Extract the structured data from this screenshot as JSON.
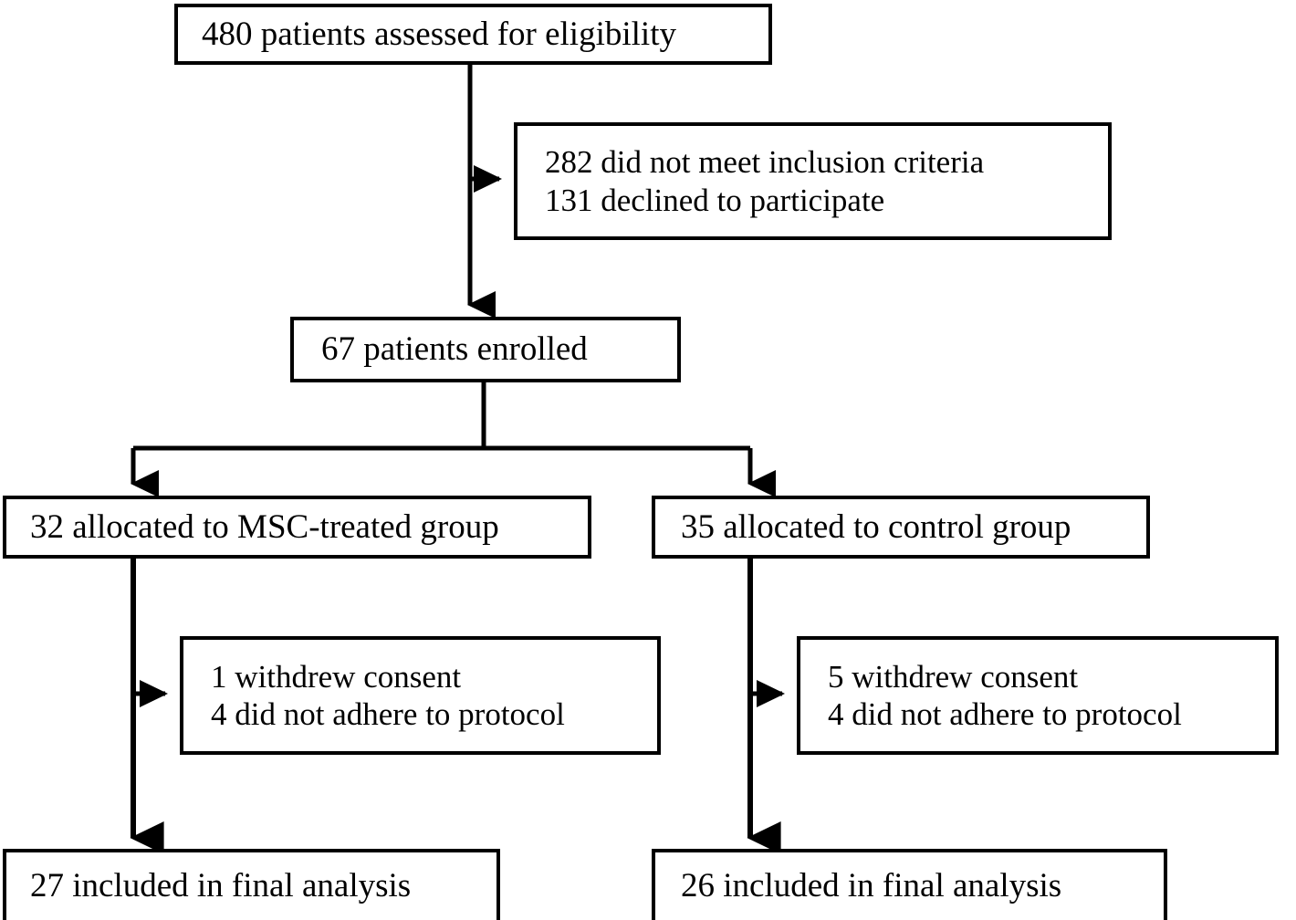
{
  "diagram": {
    "type": "consort-flow-diagram",
    "stroke_color": "#000000",
    "background_color": "#ffffff",
    "nodes": {
      "assessed": {
        "lines": [
          "480 patients assessed for eligibility"
        ]
      },
      "excluded": {
        "lines": [
          "282 did not meet inclusion criteria",
          "131 declined to participate"
        ]
      },
      "enrolled": {
        "lines": [
          "67 patients enrolled"
        ]
      },
      "allocated_msc": {
        "lines": [
          "32 allocated to MSC-treated group"
        ]
      },
      "allocated_control": {
        "lines": [
          "35 allocated to control group"
        ]
      },
      "withdrawn_msc": {
        "lines": [
          "1 withdrew consent",
          "4 did not adhere to protocol"
        ]
      },
      "withdrawn_control": {
        "lines": [
          "5 withdrew consent",
          "4 did not adhere to protocol"
        ]
      },
      "final_msc": {
        "lines": [
          "27 included in final analysis"
        ]
      },
      "final_control": {
        "lines": [
          "26 included in final analysis"
        ]
      }
    },
    "counts": {
      "assessed": 480,
      "did_not_meet_inclusion_criteria": 282,
      "declined_to_participate": 131,
      "enrolled": 67,
      "allocated_msc": 32,
      "allocated_control": 35,
      "withdrew_consent_msc": 1,
      "did_not_adhere_msc": 4,
      "withdrew_consent_control": 5,
      "did_not_adhere_control": 4,
      "final_msc": 27,
      "final_control": 26
    }
  }
}
